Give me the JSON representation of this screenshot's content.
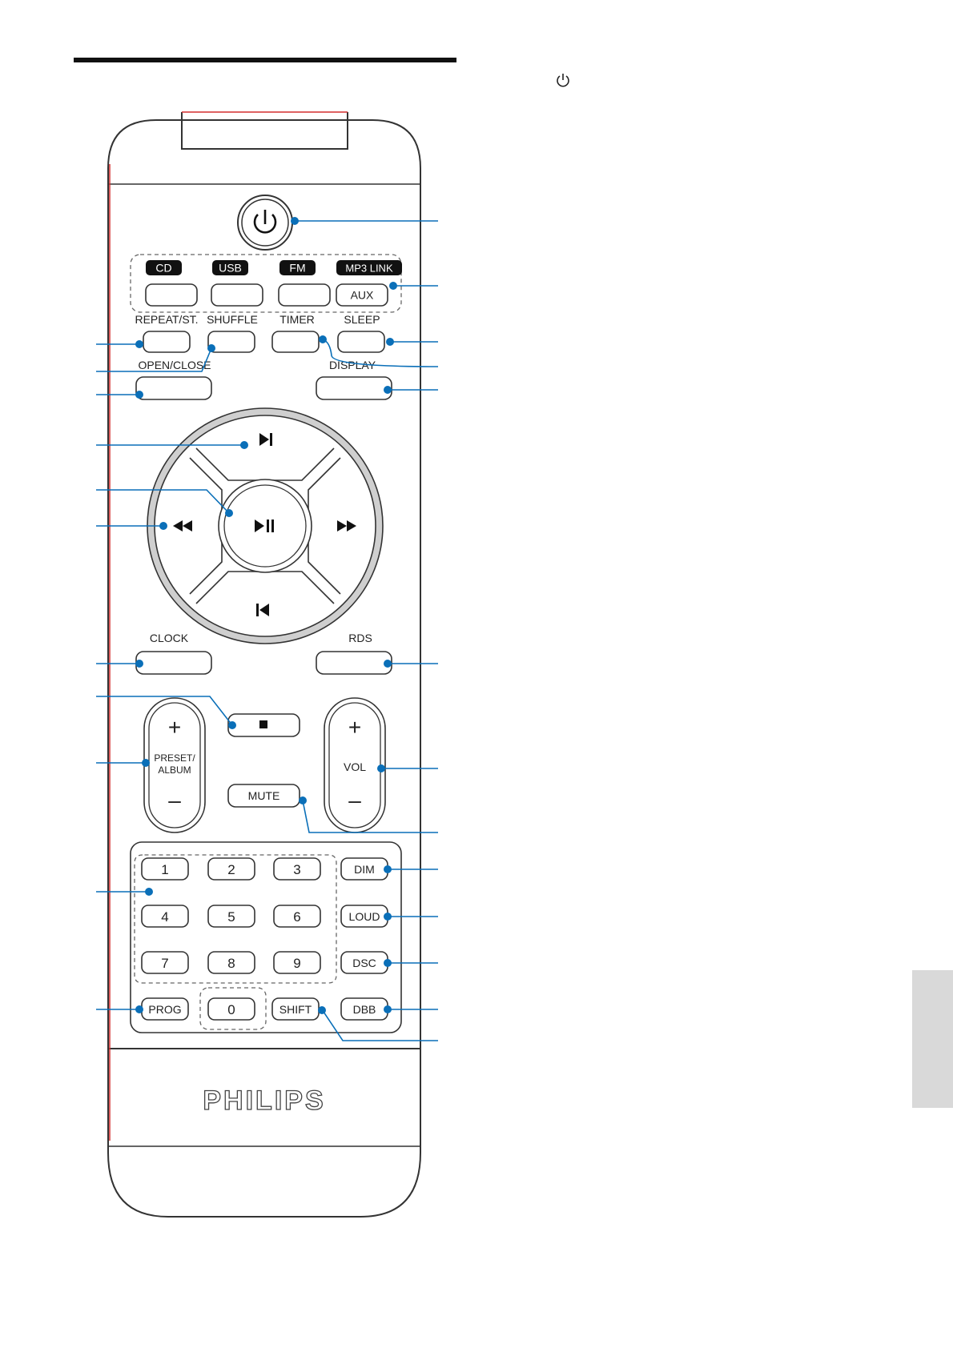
{
  "remote": {
    "brand": "PHILIPS",
    "source_tabs": [
      "CD",
      "USB",
      "FM",
      "MP3 LINK"
    ],
    "aux_label": "AUX",
    "labels": {
      "repeat": "REPEAT/ST.",
      "shuffle": "SHUFFLE",
      "timer": "TIMER",
      "sleep": "SLEEP",
      "open_close": "OPEN/CLOSE",
      "display": "DISPLAY",
      "clock": "CLOCK",
      "rds": "RDS",
      "mute": "MUTE",
      "preset_line1": "PRESET/",
      "preset_line2": "ALBUM",
      "vol": "VOL",
      "plus": "+",
      "minus": "–"
    },
    "keypad": [
      "1",
      "2",
      "3",
      "4",
      "5",
      "6",
      "7",
      "8",
      "9",
      "0"
    ],
    "prog": "PROG",
    "shift": "SHIFT",
    "right_keys": [
      "DIM",
      "LOUD",
      "DSC",
      "DBB"
    ]
  },
  "colors": {
    "callout": "#0a6fb8",
    "body_outline": "#333333",
    "accent_stripe": "#d32f2f"
  },
  "icons": [
    "power-icon",
    "next-icon",
    "play-pause-icon",
    "rewind-icon",
    "fast-forward-icon",
    "previous-icon",
    "stop-icon"
  ]
}
